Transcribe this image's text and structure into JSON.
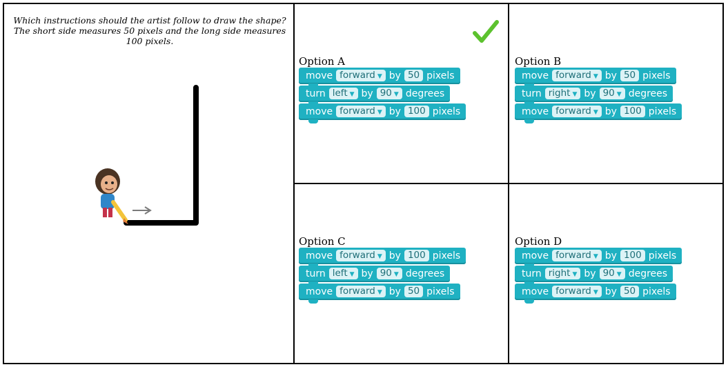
{
  "question": "Which instructions should the artist follow to draw the shape? The short side measures 50 pixels and the long side measures 100 pixels.",
  "options": [
    {
      "label": "Option A",
      "correct": true,
      "blocks": [
        {
          "cmd": "move",
          "dir": "forward",
          "by": "by",
          "val": "50",
          "unit": "pixels"
        },
        {
          "cmd": "turn",
          "dir": "left",
          "by": "by",
          "val": "90",
          "unit": "degrees"
        },
        {
          "cmd": "move",
          "dir": "forward",
          "by": "by",
          "val": "100",
          "unit": "pixels"
        }
      ]
    },
    {
      "label": "Option B",
      "correct": false,
      "blocks": [
        {
          "cmd": "move",
          "dir": "forward",
          "by": "by",
          "val": "50",
          "unit": "pixels"
        },
        {
          "cmd": "turn",
          "dir": "right",
          "by": "by",
          "val": "90",
          "unit": "degrees"
        },
        {
          "cmd": "move",
          "dir": "forward",
          "by": "by",
          "val": "100",
          "unit": "pixels"
        }
      ]
    },
    {
      "label": "Option C",
      "correct": false,
      "blocks": [
        {
          "cmd": "move",
          "dir": "forward",
          "by": "by",
          "val": "100",
          "unit": "pixels"
        },
        {
          "cmd": "turn",
          "dir": "left",
          "by": "by",
          "val": "90",
          "unit": "degrees"
        },
        {
          "cmd": "move",
          "dir": "forward",
          "by": "by",
          "val": "50",
          "unit": "pixels"
        }
      ]
    },
    {
      "label": "Option D",
      "correct": false,
      "blocks": [
        {
          "cmd": "move",
          "dir": "forward",
          "by": "by",
          "val": "100",
          "unit": "pixels"
        },
        {
          "cmd": "turn",
          "dir": "right",
          "by": "by",
          "val": "90",
          "unit": "degrees"
        },
        {
          "cmd": "move",
          "dir": "forward",
          "by": "by",
          "val": "50",
          "unit": "pixels"
        }
      ]
    }
  ],
  "colors": {
    "block": "#1fb1c2",
    "checkmark": "#5cc22e"
  },
  "icons": {
    "correct": "checkmark-icon",
    "artist": "artist-character-icon",
    "direction": "right-arrow-icon"
  }
}
